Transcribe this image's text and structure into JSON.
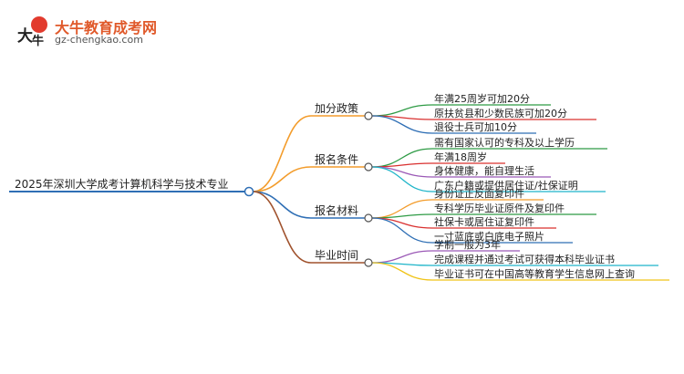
{
  "logo": {
    "title": "大牛教育成考网",
    "url": "gz-chengkao.com",
    "mark_glyph": "大牛"
  },
  "root": {
    "label": "2025年深圳大学成考计算机科学与技术专业"
  },
  "branches": [
    {
      "label": "加分政策",
      "color": "#f39c2b",
      "leaves": [
        {
          "label": "年满25周岁可加20分",
          "color": "#2e9b45"
        },
        {
          "label": "原扶贫县和少数民族可加20分",
          "color": "#d9302f"
        },
        {
          "label": "退役士兵可加10分",
          "color": "#2f6fb5"
        }
      ]
    },
    {
      "label": "报名条件",
      "color": "#f39c2b",
      "leaves": [
        {
          "label": "需有国家认可的专科及以上学历",
          "color": "#2e9b45"
        },
        {
          "label": "年满18周岁",
          "color": "#d9302f"
        },
        {
          "label": "身体健康，能自理生活",
          "color": "#9b59b6"
        },
        {
          "label": "广东户籍或提供居住证/社保证明",
          "color": "#1fb5c9"
        }
      ]
    },
    {
      "label": "报名材料",
      "color": "#2f6fb5",
      "leaves": [
        {
          "label": "身份证正反面复印件",
          "color": "#f39c2b"
        },
        {
          "label": "专科学历毕业证原件及复印件",
          "color": "#2e9b45"
        },
        {
          "label": "社保卡或居住证复印件",
          "color": "#d9302f"
        },
        {
          "label": "一寸蓝底或白底电子照片",
          "color": "#2f6fb5"
        }
      ]
    },
    {
      "label": "毕业时间",
      "color": "#a0522d",
      "leaves": [
        {
          "label": "学制一般为3年",
          "color": "#9b59b6"
        },
        {
          "label": "完成课程并通过考试可获得本科毕业证书",
          "color": "#1fb5c9"
        },
        {
          "label": "毕业证书可在中国高等教育学生信息网上查询",
          "color": "#f0c419"
        }
      ]
    }
  ]
}
